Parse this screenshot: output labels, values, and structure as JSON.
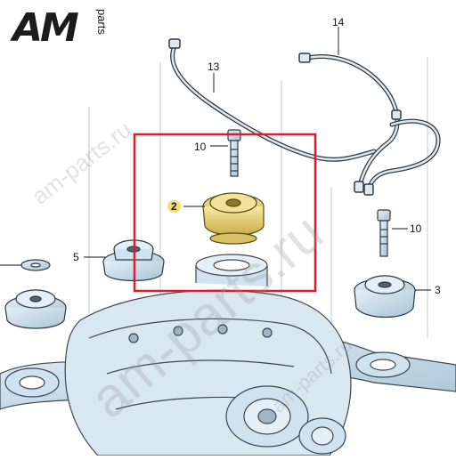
{
  "logo": {
    "brand": "AM",
    "sub": "parts"
  },
  "watermark": {
    "text": "am-parts.ru"
  },
  "callouts": {
    "c14": "14",
    "c13": "13",
    "c10_top": "10",
    "c2": "2",
    "c10_right": "10",
    "c5": "5",
    "c3": "3",
    "c_left_blank": ""
  },
  "colors": {
    "highlight_box": "#e3192c",
    "part_highlight": "#e8d36a",
    "callout_badge": "#f2e07a",
    "drawing_fill": "#cfe2ef",
    "drawing_stroke": "#3b4650"
  }
}
